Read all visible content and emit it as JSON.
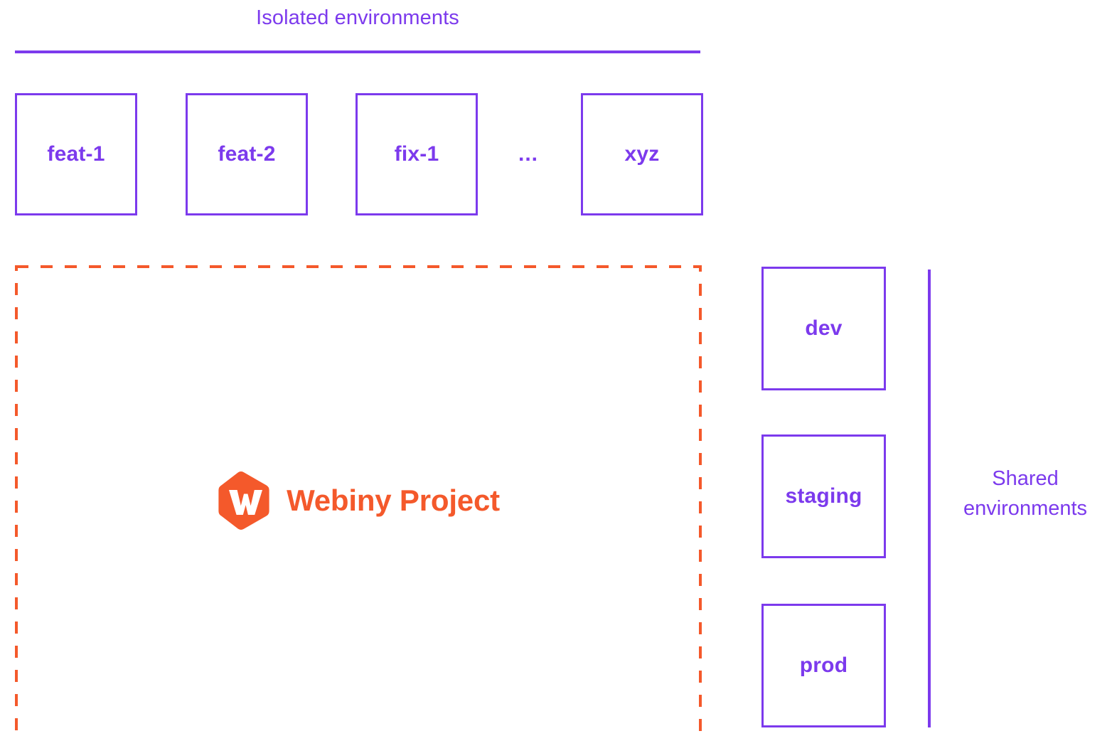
{
  "diagram": {
    "title": "Webiny environments diagram",
    "colors": {
      "purple": "#7c3aed",
      "orange": "#f4592b",
      "background": "#ffffff"
    }
  },
  "isolated": {
    "heading": "Isolated environments",
    "boxes": [
      {
        "label": "feat-1"
      },
      {
        "label": "feat-2"
      },
      {
        "label": "fix-1"
      },
      {
        "label": "xyz"
      }
    ],
    "ellipsis": "..."
  },
  "project": {
    "label": "Webiny Project",
    "logo_letter": "W",
    "logo_icon": "webiny-hexagon-logo",
    "border_style": "dashed"
  },
  "shared": {
    "heading_line_1": "Shared",
    "heading_line_2": "environments",
    "boxes": [
      {
        "label": "dev"
      },
      {
        "label": "staging"
      },
      {
        "label": "prod"
      }
    ]
  }
}
